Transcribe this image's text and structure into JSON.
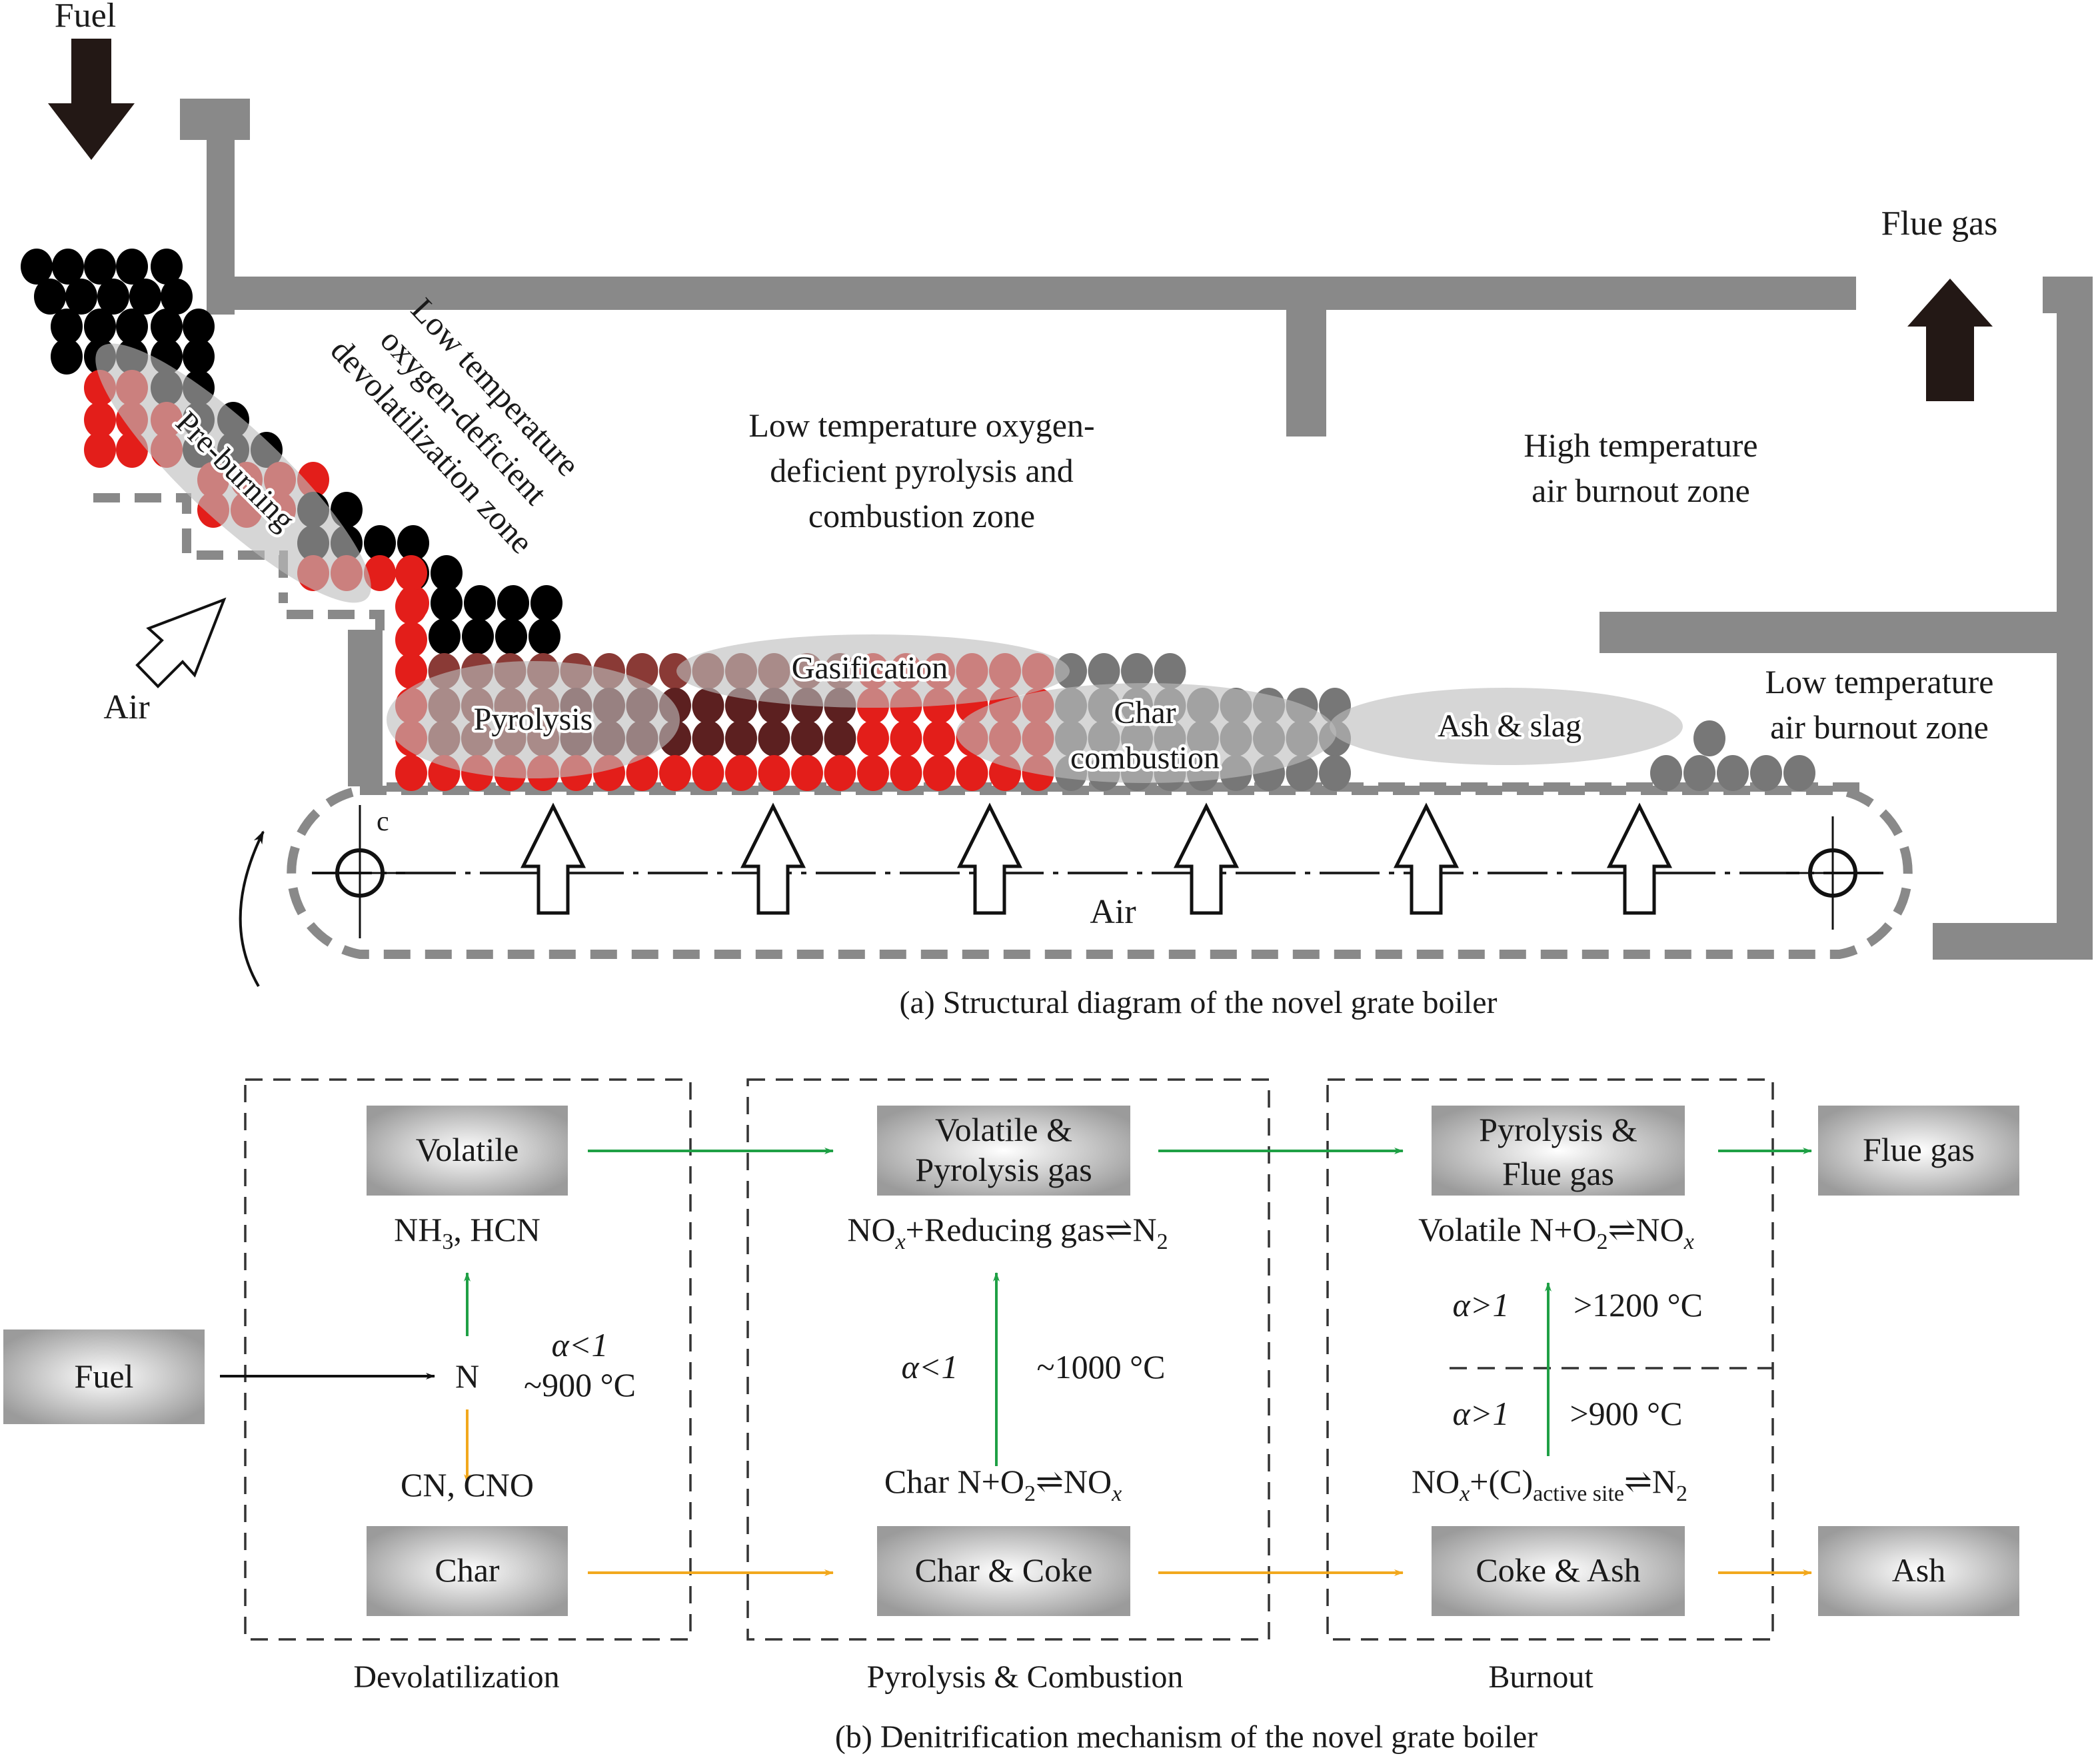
{
  "figure_a": {
    "caption": "(a) Structural diagram of the novel grate boiler",
    "fuel_label": "Fuel",
    "flue_gas_label": "Flue gas",
    "air_side_label": "Air",
    "air_bottom_label": "Air",
    "chain_label": "c",
    "zones": {
      "devolatilization": [
        "Low temperature",
        "oxygen-deficient",
        "devolatilization zone"
      ],
      "pyrolysis_combustion": [
        "Low temperature oxygen-",
        "deficient pyrolysis and",
        "combustion zone"
      ],
      "high_burnout": [
        "High temperature",
        "air burnout zone"
      ],
      "low_burnout": [
        "Low temperature",
        "air burnout zone"
      ]
    },
    "bed_regions": {
      "pre_burning": "Pre-burning",
      "pyrolysis": "Pyrolysis",
      "gasification": "Gasification",
      "char_combustion": [
        "Char",
        "combustion"
      ],
      "ash_slag": "Ash & slag"
    },
    "particle_colors": {
      "fresh_fuel": "#000000",
      "burning": "#e31e1a",
      "pyrolysis": "#8a3a36",
      "gasification": "#5c2020",
      "ash": "#777777",
      "zone_overlay": "#c8c8c8"
    }
  },
  "figure_b": {
    "caption": "(b) Denitrification mechanism of the novel grate boiler",
    "fuel_box": "Fuel",
    "stages": [
      {
        "name": "Devolatilization",
        "top_box": [
          "Volatile"
        ],
        "bottom_box": [
          "Char"
        ],
        "top_species": "NH3, HCN",
        "center": "N",
        "bottom_species": "CN, CNO",
        "condition_alpha": "α<1",
        "condition_temp": "~900 °C"
      },
      {
        "name": "Pyrolysis & Combustion",
        "top_box": [
          "Volatile &",
          "Pyrolysis gas"
        ],
        "bottom_box": [
          "Char & Coke"
        ],
        "top_reaction": "NOx+Reducing gas ⇌ N2",
        "bottom_reaction": "Char N+O2 ⇌ NOx",
        "condition_alpha": "α<1",
        "condition_temp": "~1000 °C"
      },
      {
        "name": "Burnout",
        "top_box": [
          "Pyrolysis &",
          "Flue gas"
        ],
        "bottom_box": [
          "Coke & Ash"
        ],
        "top_reaction": "Volatile N+O2 ⇌ NOx",
        "bottom_reaction": "NOx+(C)active site ⇌ N2",
        "upper_alpha": "α>1",
        "upper_temp": ">1200 °C",
        "lower_alpha": "α>1",
        "lower_temp": ">900 °C"
      }
    ],
    "outputs": {
      "gas": "Flue gas",
      "solid": "Ash"
    },
    "colors": {
      "gas_path": "#1fa045",
      "solid_path": "#f2a81d",
      "fuel_path": "#000000"
    }
  }
}
